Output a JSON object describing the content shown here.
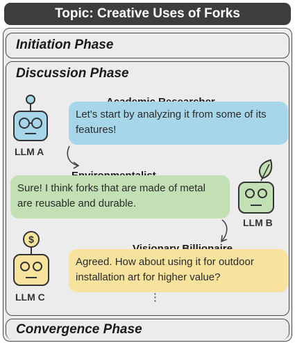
{
  "topic": "Topic: Creative Uses of Forks",
  "phases": {
    "initiation": "Initiation Phase",
    "discussion": "Discussion Phase",
    "convergence": "Convergence Phase"
  },
  "agents": [
    {
      "llm": "LLM A",
      "role": "Academic Researcher",
      "message": "Let's start by analyzing it from some of its features!",
      "color": "#a7d6ea",
      "badge": "none"
    },
    {
      "llm": "LLM B",
      "role": "Environmentalist",
      "message": "Sure! I think forks that are made of metal are reusable and durable.",
      "color": "#c2e0b4",
      "badge": "leaf-icon"
    },
    {
      "llm": "LLM C",
      "role": "Visionary Billionaire",
      "message": "Agreed. How about using it for outdoor installation art for higher value?",
      "color": "#f7e29e",
      "badge": "dollar-coin-icon"
    }
  ],
  "ellipsis": "⋮",
  "colors": {
    "header": "#3d3d3d",
    "panel": "#ececec",
    "outline": "#4a4a4a"
  }
}
